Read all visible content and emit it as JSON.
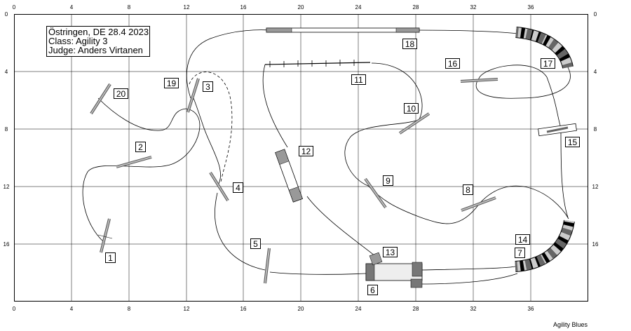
{
  "info": {
    "location_date": "Östringen, DE 28.4 2023",
    "class_line": "Class: Agility 3",
    "judge_line": "Judge: Anders Virtanen"
  },
  "axis": {
    "x_ticks": [
      "0",
      "4",
      "8",
      "12",
      "16",
      "20",
      "24",
      "28",
      "32",
      "36"
    ],
    "y_ticks": [
      "0",
      "4",
      "8",
      "12",
      "16"
    ]
  },
  "obstacle_numbers": [
    "1",
    "2",
    "3",
    "4",
    "5",
    "6",
    "7",
    "8",
    "9",
    "10",
    "11",
    "12",
    "13",
    "14",
    "15",
    "16",
    "17",
    "18",
    "19",
    "20"
  ],
  "credit": "Agility Blues",
  "colors": {
    "grid": "#000000",
    "bar": "#8a8a8a",
    "tunnel_dark": "#777777",
    "tunnel_light": "#dddddd"
  }
}
